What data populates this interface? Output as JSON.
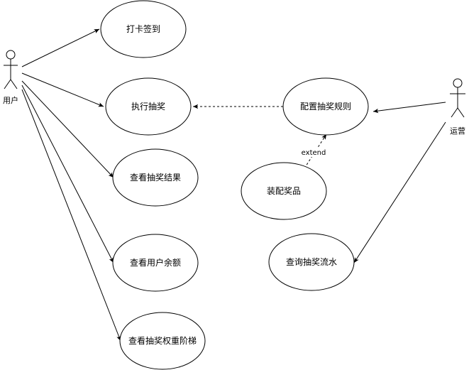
{
  "actors": {
    "user": "用户",
    "ops": "运营"
  },
  "use_cases": {
    "check_in": "打卡签到",
    "draw": "执行抽奖",
    "view_result": "查看抽奖结果",
    "view_balance": "查看用户余额",
    "view_weight_tiers": "查看抽奖权重阶梯",
    "config_rules": "配置抽奖规则",
    "assemble_prizes": "装配奖品",
    "query_flow": "查询抽奖流水"
  },
  "relations": {
    "extend_label": "extend"
  }
}
